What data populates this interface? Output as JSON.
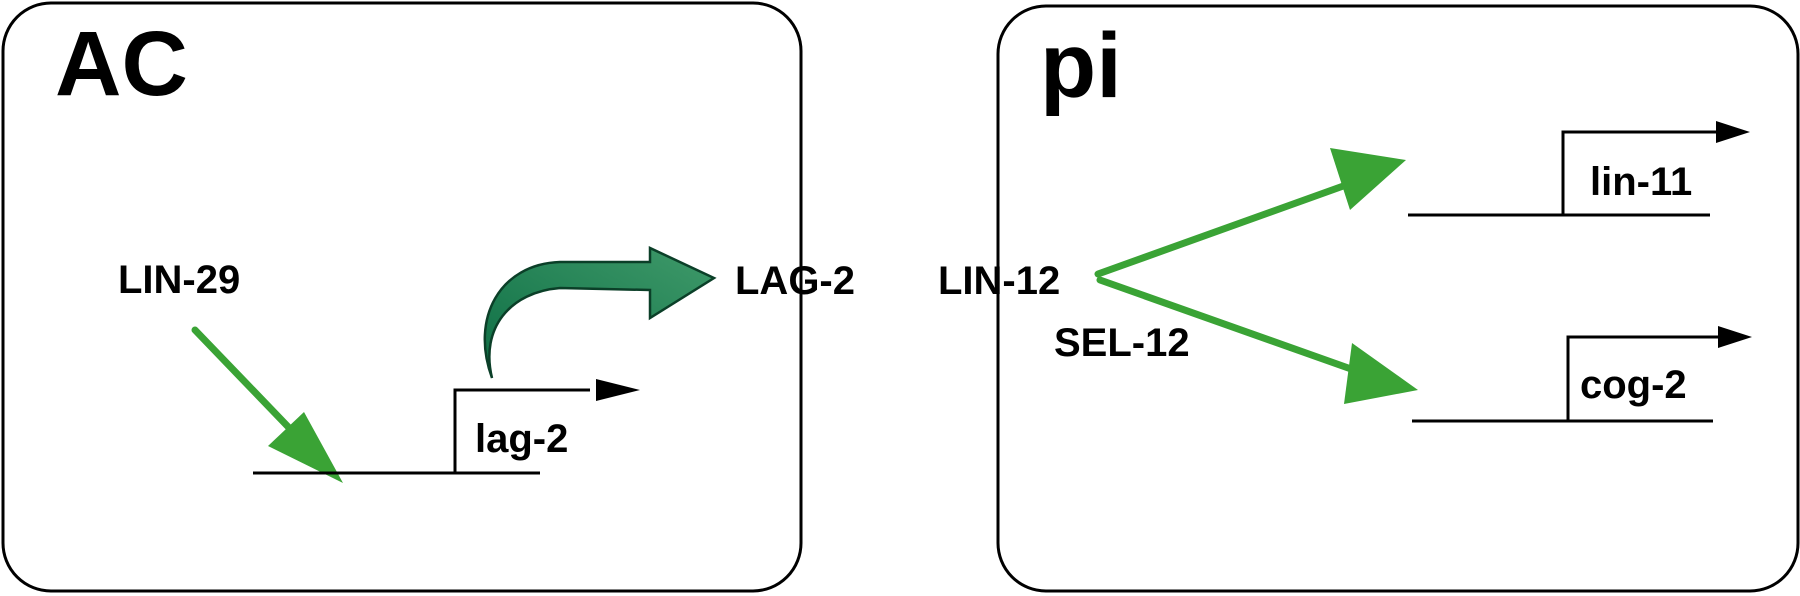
{
  "panels": {
    "ac": {
      "title": "AC"
    },
    "pi": {
      "title": "pi"
    }
  },
  "labels": {
    "lin29": "LIN-29",
    "lag2_gene": "lag-2",
    "lag2_protein": "LAG-2",
    "lin12": "LIN-12",
    "sel12": "SEL-12",
    "lin11": "lin-11",
    "cog2": "cog-2"
  },
  "colors": {
    "activation_arrow": "#3aa335",
    "secretion_arrow_light": "#3f9a6a",
    "secretion_arrow_dark": "#0d6e44",
    "outline": "#000000"
  }
}
